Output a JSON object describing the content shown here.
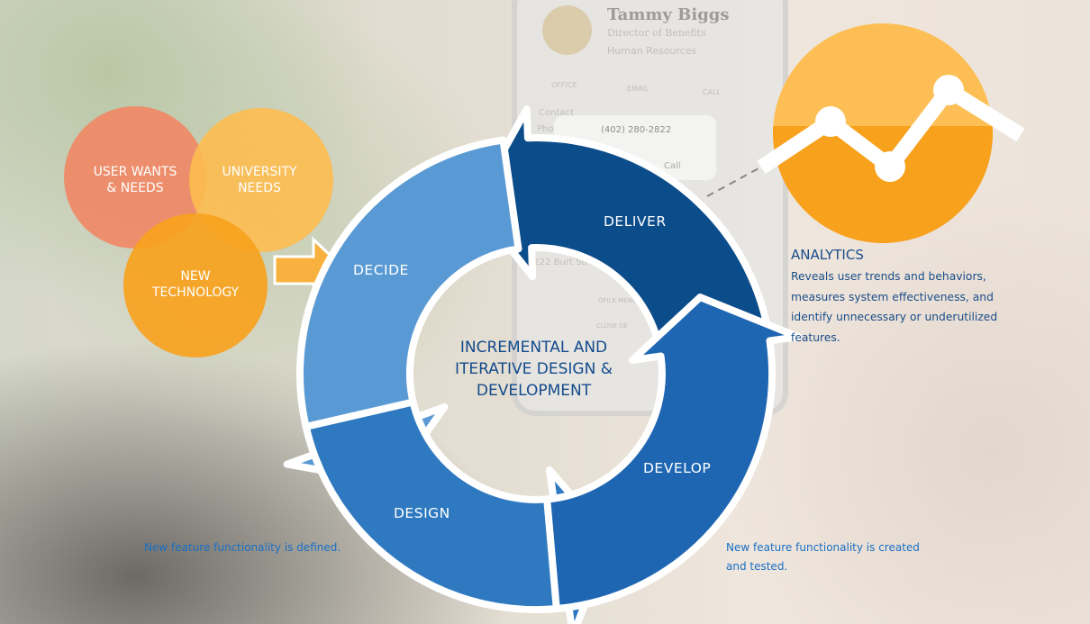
{
  "background_phone": {
    "name": "Tammy Biggs",
    "role": "Director of Benefits",
    "department": "Human Resources",
    "actions": [
      "OFFICE",
      "EMAIL",
      "CALL"
    ],
    "contact_label": "Contact",
    "phone_label": "Pho",
    "popup_number": "(402) 280-2822",
    "popup_action": "Call",
    "address": "2222 Burt Street",
    "menu": "OFILE MENU",
    "close": "CLOSE DE"
  },
  "inputs": [
    {
      "label": "USER WANTS\n& NEEDS",
      "color": "#ee8a68"
    },
    {
      "label": "UNIVERSITY\nNEEDS",
      "color": "#fdbd50"
    },
    {
      "label": "NEW\nTECHNOLOGY",
      "color": "#f7a21e"
    }
  ],
  "cycle": {
    "title": "INCREMENTAL AND\nITERATIVE DESIGN &\nDEVELOPMENT",
    "stages": [
      {
        "label": "DECIDE",
        "color": "#5a9ad4"
      },
      {
        "label": "DELIVER",
        "color": "#0b4c8a"
      },
      {
        "label": "DEVELOP",
        "color": "#1f66b2"
      },
      {
        "label": "DESIGN",
        "color": "#2f79c1"
      }
    ]
  },
  "notes": {
    "design": "New feature functionality is defined.",
    "develop": "New feature functionality is created\nand tested."
  },
  "analytics": {
    "title": "ANALYTICS",
    "description": "Reveals user trends and behaviors, measures system effectiveness, and identify unnecessary or underutilized features.",
    "colors": {
      "top": "#fdbf55",
      "bottom": "#f8a11c"
    }
  }
}
